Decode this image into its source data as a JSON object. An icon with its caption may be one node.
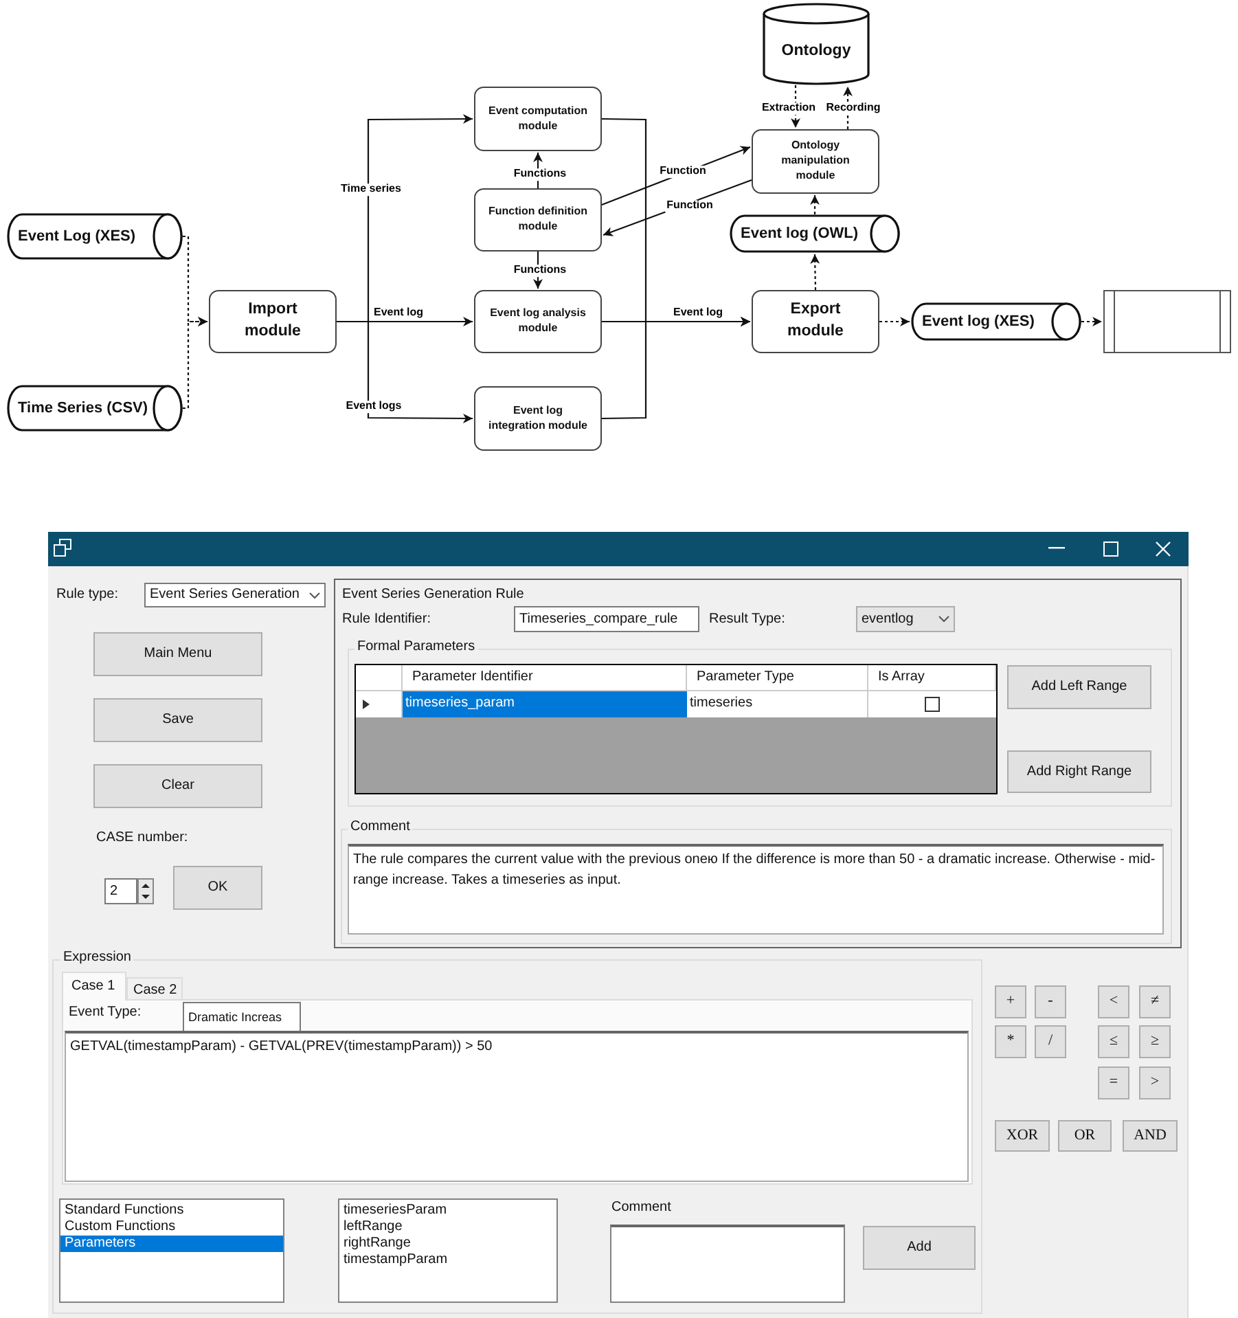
{
  "diagram": {
    "nodes": [
      {
        "text": [
          "Event Log (XES)"
        ]
      },
      {
        "text": [
          "Time Series (CSV)"
        ]
      },
      {
        "text": [
          "Import module"
        ]
      },
      {
        "text": [
          "Event computation module"
        ]
      },
      {
        "text": [
          "Function definition module"
        ]
      },
      {
        "text": [
          "Event log analysis module"
        ]
      },
      {
        "text": [
          "Event log integration module"
        ]
      },
      {
        "text": [
          "Ontology"
        ]
      },
      {
        "text": [
          "Ontology manipulation module"
        ]
      },
      {
        "text": [
          "Event log (OWL)"
        ]
      },
      {
        "text": [
          "Export module"
        ]
      },
      {
        "text": [
          "Event log (XES)"
        ]
      },
      {
        "text": [],
        "shape": "box"
      }
    ],
    "edges": [
      {
        "from": 0,
        "to": 2,
        "arrow": "to",
        "style": "dashed"
      },
      {
        "from": 1,
        "to": 2,
        "arrow": "to",
        "style": "dashed"
      },
      {
        "from": 2,
        "to": 3,
        "arrow": "to",
        "label": "Time series"
      },
      {
        "from": 2,
        "to": 5,
        "arrow": "to",
        "label": "Event log"
      },
      {
        "from": 2,
        "to": 6,
        "arrow": "to",
        "label": "Event logs"
      },
      {
        "from": 4,
        "to": 3,
        "arrow": "to",
        "label": "Functions"
      },
      {
        "from": 4,
        "to": 5,
        "arrow": "to",
        "label": "Functions"
      },
      {
        "from": 3,
        "to": 10,
        "arrow": "to"
      },
      {
        "from": 5,
        "to": 10,
        "arrow": "to",
        "label": "Event log"
      },
      {
        "from": 6,
        "to": 10,
        "arrow": "to"
      },
      {
        "from": 4,
        "to": 8,
        "arrow": "to",
        "label": "Function"
      },
      {
        "from": 8,
        "to": 4,
        "arrow": "to",
        "label": "Function"
      },
      {
        "from": 7,
        "to": 8,
        "arrow": "to",
        "label": "Extraction",
        "style": "dashed"
      },
      {
        "from": 8,
        "to": 7,
        "arrow": "to",
        "label": "Recording",
        "style": "dashed"
      },
      {
        "from": 10,
        "to": 9,
        "arrow": "to",
        "style": "dashed"
      },
      {
        "from": 9,
        "to": 8,
        "arrow": "to",
        "style": "dashed"
      },
      {
        "from": 10,
        "to": 11,
        "arrow": "to",
        "style": "dashed"
      },
      {
        "from": 11,
        "to": 12,
        "arrow": "to",
        "style": "dashed"
      }
    ],
    "labels": [
      "Rule type:",
      "Event Series Generation",
      "Event Series Generation Rule",
      "Rule Identifier:",
      "Timeseries_compare_rule",
      "Result Type:",
      "eventlog",
      "Formal Parameters",
      "Main Menu",
      "Parameter Identifier",
      "Parameter Type",
      "Is Array",
      "Add Left Range",
      "timeseries_param",
      "timeseries",
      "Save",
      "Add Right Range",
      "Clear",
      "Comment",
      "CASE number:",
      "The rule compares the current value with the previous oneю If the difference is more than 50 - a dramatic increase. Otherwise - mid-range increase. Takes a timeseries as input.",
      "2",
      "OK",
      "Expression",
      "Case 1",
      "Case 2",
      "Event Type:",
      "Dramatic Increas",
      "+",
      "-",
      "<",
      "≠",
      "GETVAL(timestampParam) - GETVAL(PREV(timestampParam)) > 50",
      "*",
      "/",
      "≤",
      "≥",
      "=",
      ">",
      "XOR",
      "OR",
      "AND",
      "Standard Functions",
      "Custom Functions",
      "Parameters",
      "timeseriesParam",
      "leftRange",
      "rightRange",
      "timestampParam",
      "Comment",
      "Add"
    ]
  }
}
